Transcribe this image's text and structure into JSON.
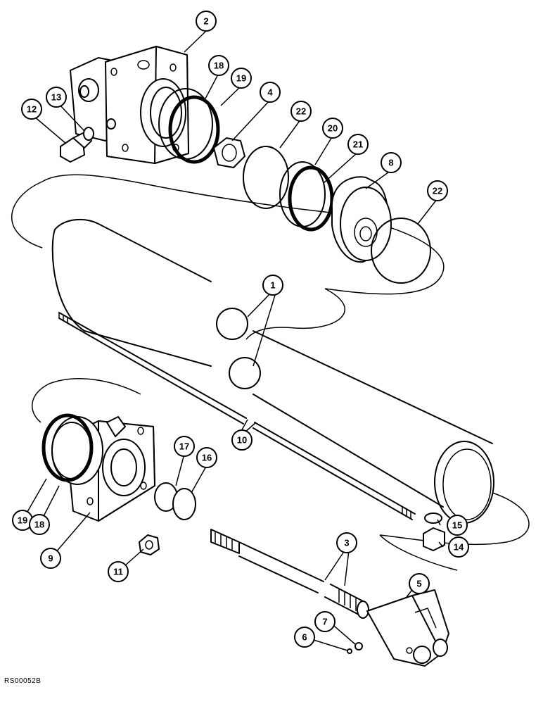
{
  "reference_code": "RS00052B",
  "callouts": {
    "c1": "1",
    "c2": "2",
    "c3": "3",
    "c4": "4",
    "c5": "5",
    "c6": "6",
    "c7": "7",
    "c8": "8",
    "c9": "9",
    "c10": "10",
    "c11": "11",
    "c12": "12",
    "c13": "13",
    "c14": "14",
    "c15": "15",
    "c16": "16",
    "c17": "17",
    "c18a": "18",
    "c18b": "18",
    "c19a": "19",
    "c19b": "19",
    "c20": "20",
    "c21": "21",
    "c22a": "22",
    "c22b": "22"
  }
}
